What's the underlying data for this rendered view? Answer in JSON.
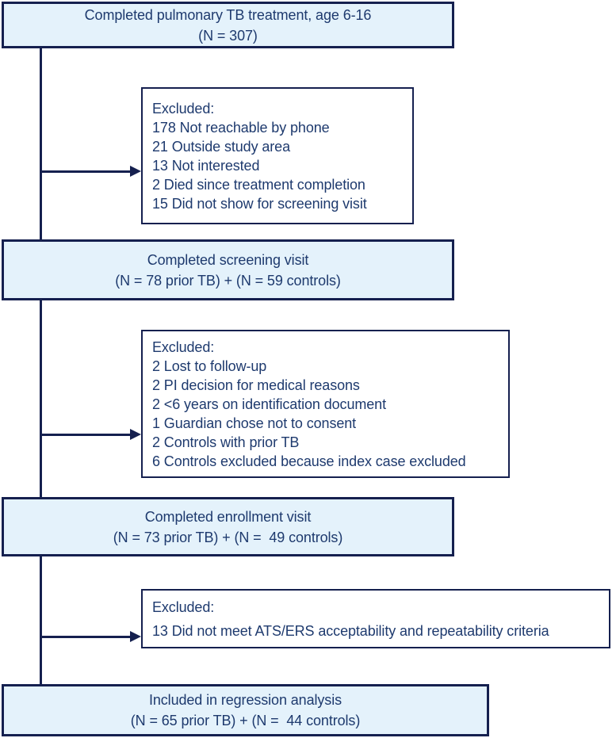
{
  "diagram": {
    "type": "flowchart",
    "description": "Study participant flow diagram for pulmonary TB treatment cohort",
    "colors": {
      "milestone_fill": "#e4f2fb",
      "border_and_lines": "#15204f",
      "text": "#1e3a6e",
      "background": "#ffffff"
    },
    "boxes": {
      "treatment": {
        "lines": [
          "Completed pulmonary TB treatment, age 6-16",
          "(N = 307)"
        ]
      },
      "excluded_screening": {
        "lines": [
          "Excluded:",
          "178 Not reachable by phone",
          "21 Outside study area",
          "13 Not interested",
          "2 Died since treatment completion",
          "15 Did not show for screening visit"
        ]
      },
      "screening": {
        "lines": [
          "Completed screening visit",
          "(N = 78 prior TB) + (N = 59 controls)"
        ]
      },
      "excluded_enrollment": {
        "lines": [
          "Excluded:",
          "2 Lost to follow-up",
          "2 PI decision for medical reasons",
          "2 <6 years on identification document",
          "1 Guardian chose not to consent",
          "2 Controls with prior TB",
          "6 Controls excluded because index case excluded"
        ]
      },
      "enrollment": {
        "lines": [
          "Completed enrollment visit",
          "(N = 73 prior TB) + (N =  49 controls)"
        ]
      },
      "excluded_analysis": {
        "lines": [
          "Excluded:",
          "13 Did not meet ATS/ERS acceptability and repeatability criteria"
        ]
      },
      "analysis": {
        "lines": [
          "Included in regression analysis",
          "(N = 65 prior TB) + (N =  44 controls)"
        ]
      }
    }
  }
}
